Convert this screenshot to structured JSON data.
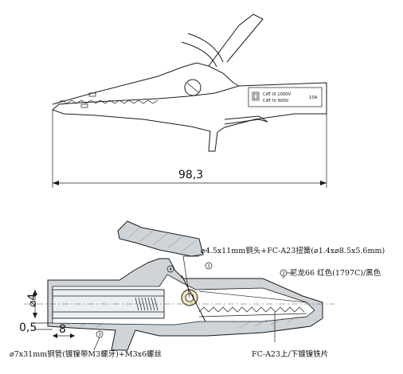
{
  "dimensions": {
    "length": "98,3",
    "diameter": "4",
    "offset": "0,5",
    "insert": "8"
  },
  "label_box": {
    "cat_iii": "CAT III 1000V",
    "cat_iv": "CAT IV 600V",
    "current": "10A"
  },
  "callouts": {
    "spring_part_ref": "⌀4.5x11mm铜头+FC-A23扭簧(⌀1.4x⌀8.5x5.6mm)",
    "body_material": "尼龙66 红色(1797C)/黑色",
    "tube_spec": "⌀7x31mm铜管(镀镍带M3螺牙)+M3x6螺丝",
    "jaw_plate": "FC-A23上/下镀镍铁片"
  },
  "markers": {
    "m1": "1",
    "m2": "2",
    "m3": "3",
    "m4": "4"
  }
}
